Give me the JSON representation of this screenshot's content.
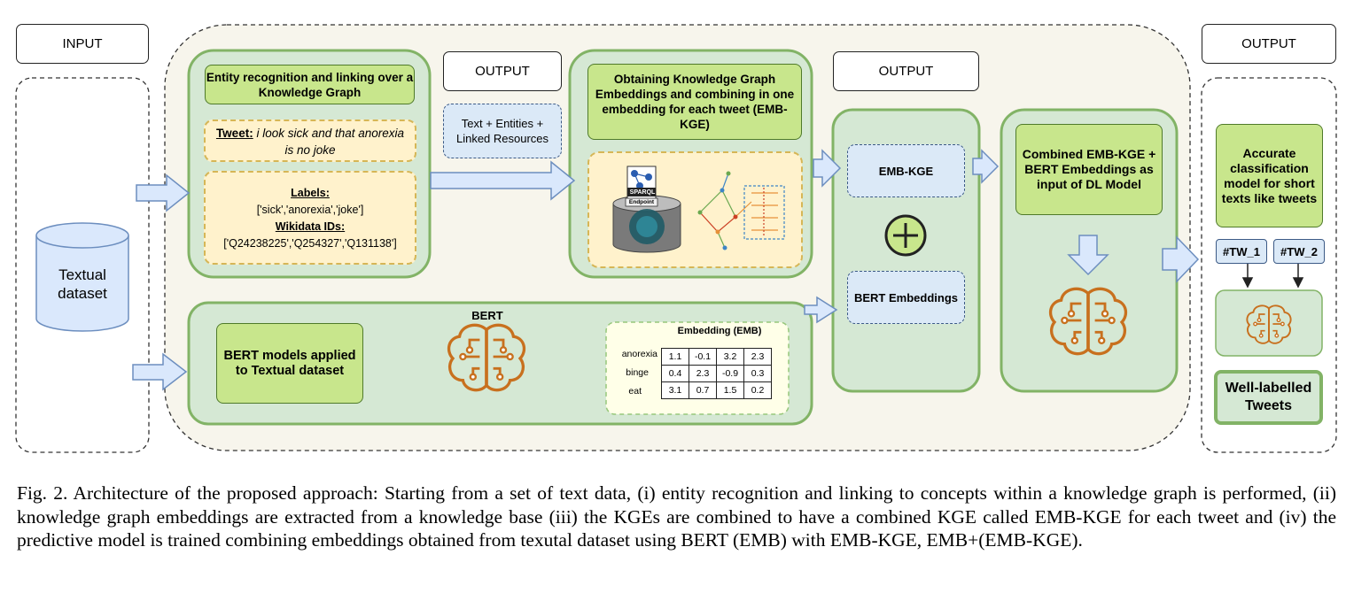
{
  "io_labels": {
    "input": "INPUT",
    "output_1": "OUTPUT",
    "output_2": "OUTPUT",
    "output_3": "OUTPUT"
  },
  "dataset": "Textual dataset",
  "entity_linking": {
    "title": "Entity recognition and linking over a Knowledge Graph",
    "tweet_label": "Tweet:",
    "tweet_text": " i look sick and that anorexia is no joke",
    "labels_title": "Labels:",
    "labels_value": "['sick','anorexia','joke']",
    "wikidata_title": "Wikidata IDs:",
    "wikidata_value": "['Q24238225','Q254327','Q131138']"
  },
  "linked_output": "Text + Entities + Linked Resources",
  "kge": {
    "title": "Obtaining  Knowledge Graph Embeddings and combining in one embedding for each tweet (EMB-KGE)",
    "sparql_label": "SPARQL",
    "endpoint_label": "Endpoint"
  },
  "bert": {
    "title": "BERT",
    "models_label": "BERT models applied to Textual dataset",
    "table_title": "Embedding (EMB)",
    "rows": [
      {
        "word": "anorexia",
        "values": [
          "1.1",
          "-0.1",
          "3.2",
          "2.3"
        ]
      },
      {
        "word": "binge",
        "values": [
          "0.4",
          "2.3",
          "-0.9",
          "0.3"
        ]
      },
      {
        "word": "eat",
        "values": [
          "3.1",
          "0.7",
          "1.5",
          "0.2"
        ]
      }
    ]
  },
  "combine": {
    "emb_kge": "EMB-KGE",
    "plus": "+",
    "bert_embeddings": "BERT Embeddings"
  },
  "dl_model": "Combined EMB-KGE + BERT Embeddings as input of DL Model",
  "output_panel": {
    "classifier": "Accurate classification model for short texts like tweets",
    "tag1": "#TW_1",
    "tag2": "#TW_2",
    "result": "Well-labelled Tweets"
  },
  "caption": "Fig. 2. Architecture of the proposed approach: Starting from a set of text data, (i) entity recognition and linking to concepts within a knowledge graph is performed, (ii) knowledge graph embeddings are extracted from a knowledge base (iii) the KGEs are combined to have a combined KGE called EMB-KGE for each tweet and (iv) the predictive model is trained combining embeddings obtained from texutal dataset using BERT (EMB) with EMB-KGE, EMB+(EMB-KGE).",
  "colors": {
    "green_fill": "#d5e8d4",
    "green_stroke": "#82b366",
    "title_green": "#c8e68c",
    "yellow_fill": "#fff2cc",
    "blue_fill": "#dbe9f7",
    "arrow_fill": "#dae8fc",
    "brain_orange": "#c8701e"
  }
}
